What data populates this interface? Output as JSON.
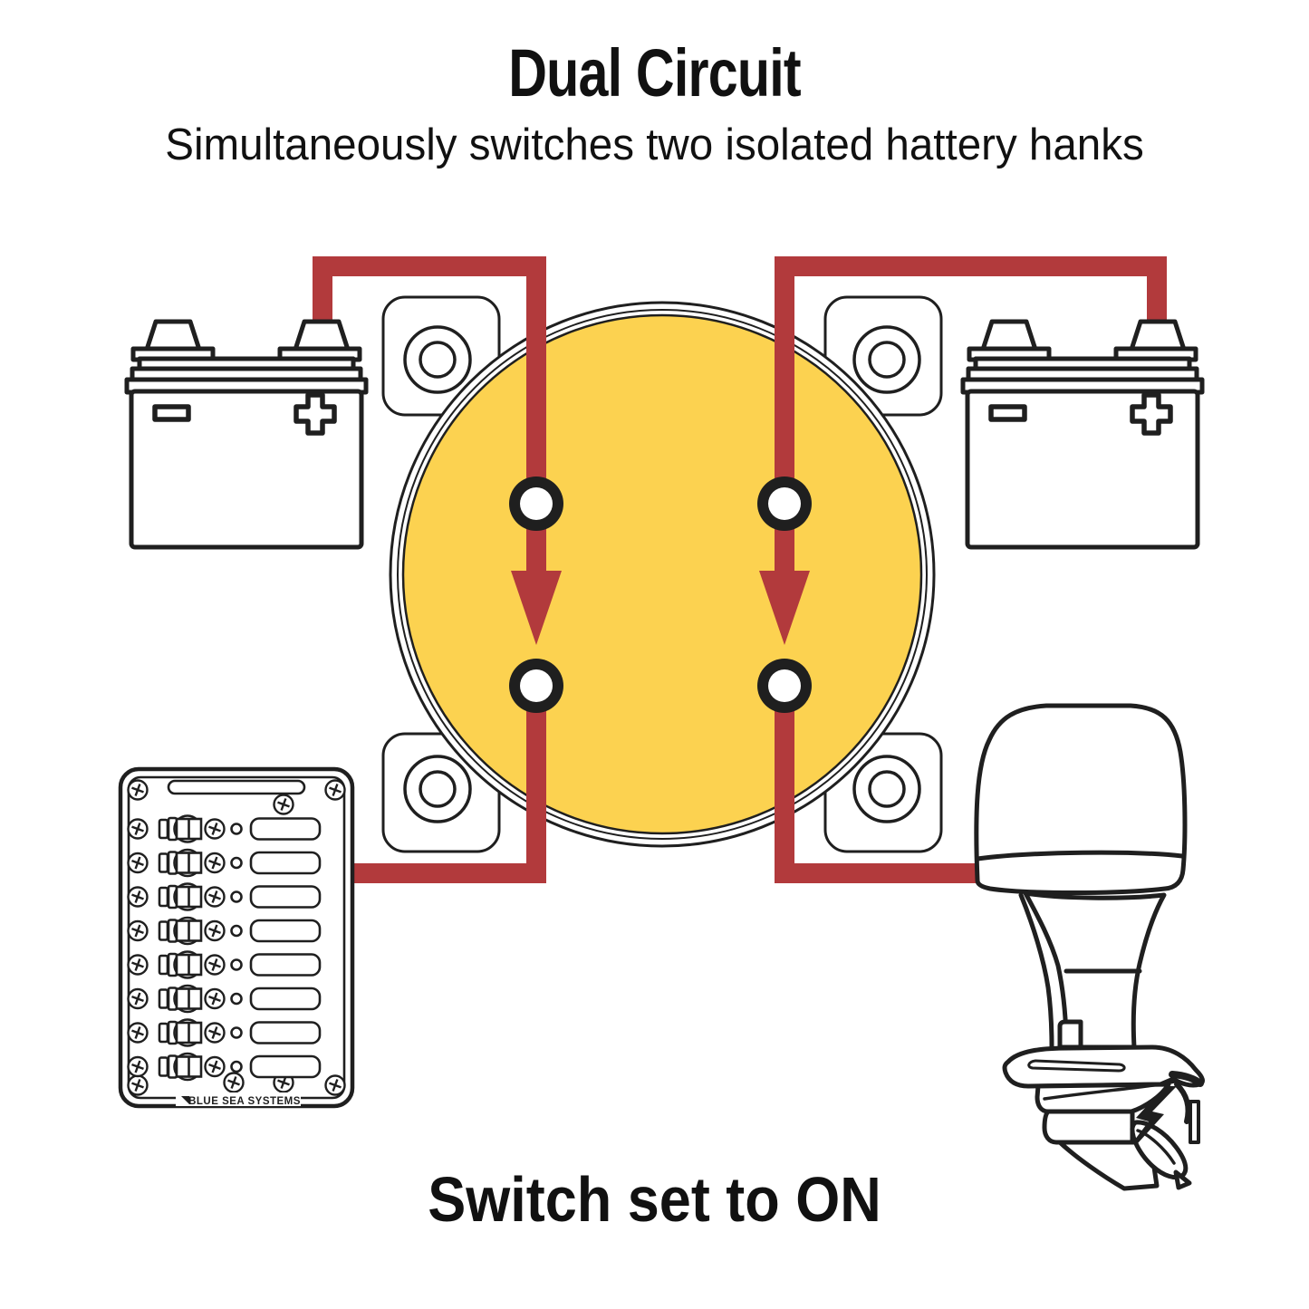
{
  "texts": {
    "title": "Dual Circuit",
    "subtitle": "Simultaneously switches two isolated hattery hanks",
    "caption": "Switch set to ON"
  },
  "colors": {
    "wire_red": "#B23A3C",
    "switch_yellow": "#FCD250",
    "line": "#1F1F1F"
  },
  "battery_switch": {
    "state": "ON",
    "terminal_count": 4,
    "corner_screw_count": 4,
    "arrow_direction": "down"
  },
  "batteries": {
    "left": {
      "negative_label": "-",
      "positive_label": "+"
    },
    "right": {
      "negative_label": "-",
      "positive_label": "+"
    }
  },
  "breaker_panel": {
    "brand": "BLUE SEA SYSTEMS",
    "circuit_rows": 8
  },
  "loads": {
    "left_branch": "breaker-panel",
    "right_branch": "outboard-motor"
  }
}
